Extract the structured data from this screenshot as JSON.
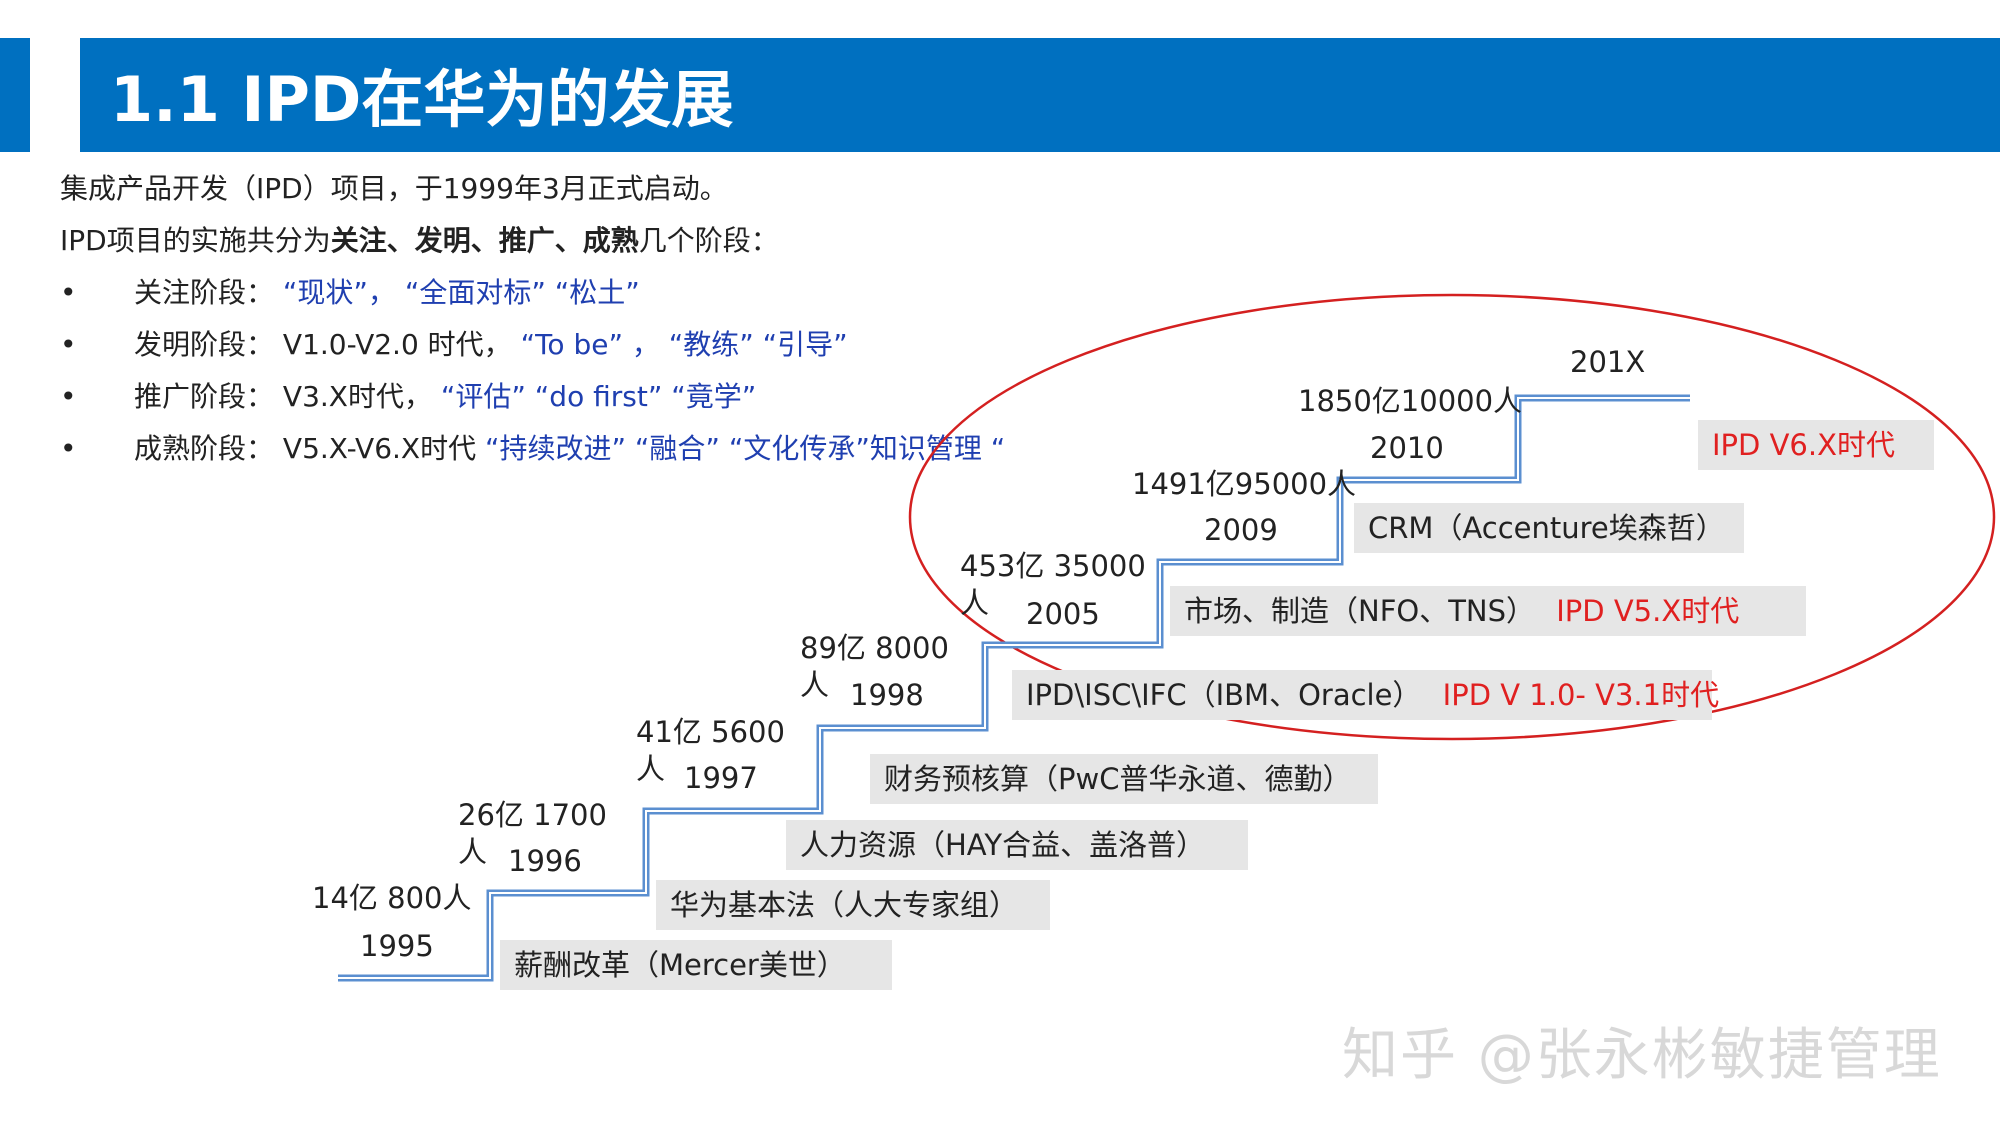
{
  "header": {
    "title": "1.1 IPD在华为的发展"
  },
  "intro": {
    "line1": "集成产品开发（IPD）项目，于1999年3月正式启动。",
    "line2_prefix": "IPD项目的实施共分为",
    "line2_bold": "关注、发明、推广、成熟",
    "line2_suffix": "几个阶段："
  },
  "stages": [
    {
      "bullet": "•",
      "name": "关注阶段：",
      "plain": "",
      "keywords": "“现状”，  “全面对标”    “松土”"
    },
    {
      "bullet": "•",
      "name": "发明阶段：",
      "plain": "V1.0-V2.0 时代，",
      "keywords": "  “To be” ，  “教练”  “引导”"
    },
    {
      "bullet": "•",
      "name": "推广阶段：",
      "plain": "V3.X时代，",
      "keywords": "  “评估”   “do first”     “竟学”"
    },
    {
      "bullet": "•",
      "name": "成熟阶段：",
      "plain": "V5.X-V6.X时代",
      "keywords": "  “持续改进”  “融合”   “文化传承”知识管理 “"
    }
  ],
  "milestones": [
    {
      "stats": "14亿 800人",
      "year": "1995"
    },
    {
      "stats": "26亿 1700",
      "person": "人",
      "year": "1996"
    },
    {
      "stats": "41亿 5600",
      "person": "人",
      "year": "1997"
    },
    {
      "stats": "89亿 8000",
      "person": "人",
      "year": "1998"
    },
    {
      "stats": "453亿 35000",
      "person": "人",
      "year": "2005"
    },
    {
      "stats": "1491亿95000人",
      "year": "2009"
    },
    {
      "stats": "1850亿10000人",
      "year": "2010"
    },
    {
      "year": "201X"
    }
  ],
  "initiatives": [
    {
      "text": "薪酬改革（Mercer美世）"
    },
    {
      "text": "华为基本法（人大专家组）"
    },
    {
      "text": "人力资源（HAY合益、盖洛普）"
    },
    {
      "text": "财务预核算（PwC普华永道、德勤）"
    },
    {
      "text": "IPD\\ISC\\IFC（IBM、Oracle）",
      "era": "IPD V 1.0- V3.1时代"
    },
    {
      "text": "市场、制造（NFO、TNS）",
      "era": "IPD V5.X时代"
    },
    {
      "text": "CRM（Accenture埃森哲）"
    },
    {
      "text": "",
      "era": "IPD V6.X时代"
    }
  ],
  "watermark": "知乎 @张永彬敏捷管理",
  "colors": {
    "title_bg": "#0070c0",
    "stair": "#5b8fd0",
    "ellipse": "#d42020",
    "era_text": "#e02020",
    "keyword": "#1f3fb0",
    "box_bg": "#e6e6e6"
  }
}
